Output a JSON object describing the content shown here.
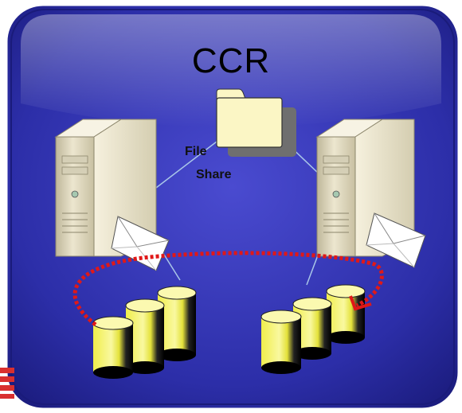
{
  "title": "CCR",
  "file_share": {
    "line1": "File",
    "line2": "Share"
  },
  "colors": {
    "panel": "#2c2ea8",
    "panel_border": "#1e1f8a",
    "folder": "#fbf6c5",
    "database": "#f2f05a",
    "replication_arrow": "#e01818",
    "server": "#d9d1b4"
  }
}
